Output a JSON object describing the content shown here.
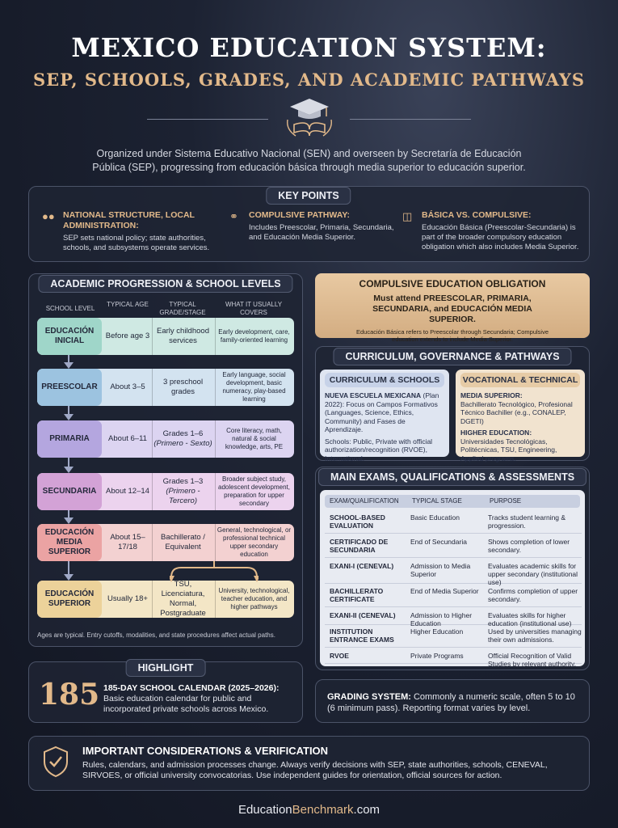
{
  "header": {
    "title": "MEXICO EDUCATION SYSTEM:",
    "subtitle": "SEP, SCHOOLS, GRADES, AND ACADEMIC PATHWAYS",
    "intro": "Organized under Sistema Educativo Nacional (SEN) and overseen by Secretaría de Educación Pública (SEP), progressing from educación básica through media superior to educación superior."
  },
  "key_points": {
    "heading": "KEY POINTS",
    "items": [
      {
        "icon": "people-icon",
        "title": "NATIONAL STRUCTURE, LOCAL ADMINISTRATION:",
        "text": "SEP sets national policy; state authorities, schools, and subsystems operate services."
      },
      {
        "icon": "link-icon",
        "title": "COMPULSIVE PATHWAY:",
        "text": "Includes Preescolar, Primaria, Secundaria, and Educación Media Superior."
      },
      {
        "icon": "books-icon",
        "title": "BÁSICA VS. COMPULSIVE:",
        "text": "Educación Básica (Preescolar-Secundaria) is part of the broader compulsory education obligation which also includes Media Superior."
      }
    ]
  },
  "progression": {
    "heading": "ACADEMIC PROGRESSION & SCHOOL LEVELS",
    "columns": [
      "SCHOOL LEVEL",
      "TYPICAL AGE",
      "TYPICAL GRADE/STAGE",
      "WHAT IT USUALLY COVERS"
    ],
    "levels": [
      {
        "name": "EDUCACIÓN INICIAL",
        "age": "Before age 3",
        "stage": "Early childhood services",
        "covers": "Early development, care, family-oriented learning",
        "color": "#9fd6c9",
        "row": "#cfe9e3"
      },
      {
        "name": "PREESCOLAR",
        "age": "About 3–5",
        "stage": "3 preschool grades",
        "covers": "Early language, social development, basic numeracy, play-based learning",
        "color": "#9cc3e0",
        "row": "#d3e3f0"
      },
      {
        "name": "PRIMARIA",
        "age": "About 6–11",
        "stage": "Grades 1–6",
        "stage_note": "(Primero - Sexto)",
        "covers": "Core literacy, math, natural & social knowledge, arts, PE",
        "color": "#b4a6df",
        "row": "#dcd4f1"
      },
      {
        "name": "SECUNDARIA",
        "age": "About 12–14",
        "stage": "Grades 1–3",
        "stage_note": "(Primero - Tercero)",
        "covers": "Broader subject study, adolescent development, preparation for upper secondary",
        "color": "#d3a2d6",
        "row": "#ecd3ee"
      },
      {
        "name": "EDUCACIÓN MEDIA SUPERIOR",
        "age": "About 15–17/18",
        "stage": "Bachillerato / Equivalent",
        "covers": "General, technological, or professional technical upper secondary education",
        "color": "#eba3a3",
        "row": "#f3d1d1"
      },
      {
        "name": "EDUCACIÓN SUPERIOR",
        "age": "Usually 18+",
        "stage": "TSU, Licenciatura, Normal, Postgraduate",
        "covers": "University, technological, teacher education, and higher pathways",
        "color": "#ecd29a",
        "row": "#f3e6c6"
      }
    ],
    "footnote": "Ages are typical. Entry cutoffs, modalities, and state procedures affect actual paths."
  },
  "compulsory": {
    "heading": "COMPULSIVE EDUCATION OBLIGATION",
    "main": "Must attend PREESCOLAR, PRIMARIA, SECUNDARIA, and EDUCACIÓN MEDIA SUPERIOR.",
    "note": "Educación Básica refers to Preescolar through Secundaria; Compulsive education extends to include Media Superior."
  },
  "curriculum": {
    "heading": "CURRICULUM, GOVERNANCE & PATHWAYS",
    "left": {
      "title": "CURRICULUM & SCHOOLS",
      "p1_bold": "NUEVA ESCUELA MEXICANA",
      "p1": " (Plan 2022): Focus on Campos Formativos (Languages, Science, Ethics, Community) and Fases de Aprendizaje.",
      "p2": "Schools: Public, Private with official authorization/recognition (RVOE), International."
    },
    "right": {
      "title": "VOCATIONAL & TECHNICAL",
      "h1": "MEDIA SUPERIOR:",
      "p1": "Bachillerato Tecnológico, Profesional Técnico Bachiller (e.g., CONALEP, DGETI)",
      "h2": "HIGHER EDUCATION:",
      "p2": "Universidades Tecnológicas, Politécnicas, TSU, Engineering, Applied programs."
    }
  },
  "exams": {
    "heading": "MAIN EXAMS, QUALIFICATIONS & ASSESSMENTS",
    "columns": [
      "EXAM/QUALIFICATION",
      "TYPICAL STAGE",
      "PURPOSE"
    ],
    "rows": [
      {
        "name": "SCHOOL-BASED EVALUATION",
        "stage": "Basic Education",
        "purpose": "Tracks student learning & progression."
      },
      {
        "name": "CERTIFICADO DE SECUNDARIA",
        "stage": "End of Secundaria",
        "purpose": "Shows completion of lower secondary."
      },
      {
        "name": "EXANI-I (CENEVAL)",
        "stage": "Admission to Media Superior",
        "purpose": "Evaluates academic skills for upper secondary (institutional use)"
      },
      {
        "name": "BACHILLERATO CERTIFICATE",
        "stage": "End of Media Superior",
        "purpose": "Confirms completion of upper secondary."
      },
      {
        "name": "EXANI-II (CENEVAL)",
        "stage": "Admission to Higher Education",
        "purpose": "Evaluates skills for higher education (institutional use)"
      },
      {
        "name": "INSTITUTION ENTRANCE EXAMS",
        "stage": "Higher Education",
        "purpose": "Used by universities managing their own admissions."
      },
      {
        "name": "RVOE",
        "stage": "Private Programs",
        "purpose": "Official Recognition of Valid Studies by relevant authority."
      }
    ]
  },
  "highlight": {
    "heading": "HIGHLIGHT",
    "number": "185",
    "title": "185-DAY SCHOOL CALENDAR (2025–2026):",
    "text": "Basic education calendar for public and incorporated private schools across Mexico."
  },
  "grading": {
    "label": "GRADING SYSTEM:",
    "text": " Commonly a numeric scale, often 5 to 10 (6 minimum pass). Reporting format varies by level."
  },
  "considerations": {
    "title": "IMPORTANT CONSIDERATIONS & VERIFICATION",
    "text": "Rules, calendars, and admission processes change. Always verify decisions with SEP, state authorities, schools, CENEVAL, SIRVOES, or official university convocatorias. Use independent guides for orientation, official sources for action."
  },
  "footer": {
    "brand_a": "Education",
    "brand_b": "Benchmark",
    "brand_c": ".com"
  },
  "colors": {
    "gold": "#e2b98a",
    "panel": "#1e2434"
  }
}
